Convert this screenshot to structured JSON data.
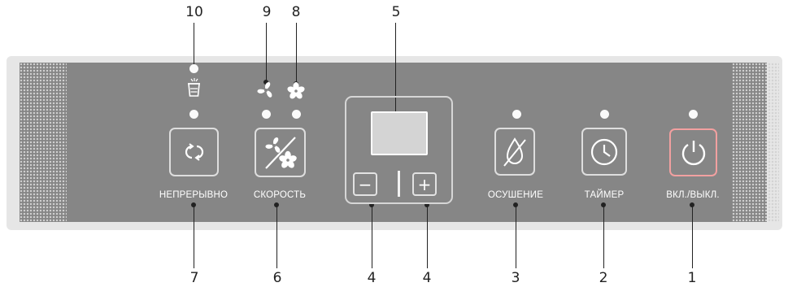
{
  "callouts_top": [
    "10",
    "9",
    "8",
    "5"
  ],
  "callouts_bottom": [
    "7",
    "6",
    "4",
    "4",
    "3",
    "2",
    "1"
  ],
  "labels": {
    "continuous": "НЕПРЕРЫВНО",
    "speed": "СКОРОСТЬ",
    "dehumidify": "ОСУШЕНИЕ",
    "timer": "ТАЙМЕР",
    "power": "ВКЛ./ВЫКЛ."
  },
  "buttons": {
    "minus": "−",
    "plus": "+"
  },
  "icons": {
    "continuous": "cycle-arrows-icon",
    "speed": "fan-speed-icon",
    "dehumidify": "no-drop-icon",
    "timer": "clock-icon",
    "power": "power-icon",
    "tank": "water-tank-icon",
    "fan_low": "fan-low-icon",
    "fan_high": "fan-high-icon"
  },
  "colors": {
    "panel": "#868686",
    "frame": "#e6e6e6",
    "power_border": "#f2a0a0",
    "led": "#fafafa"
  }
}
